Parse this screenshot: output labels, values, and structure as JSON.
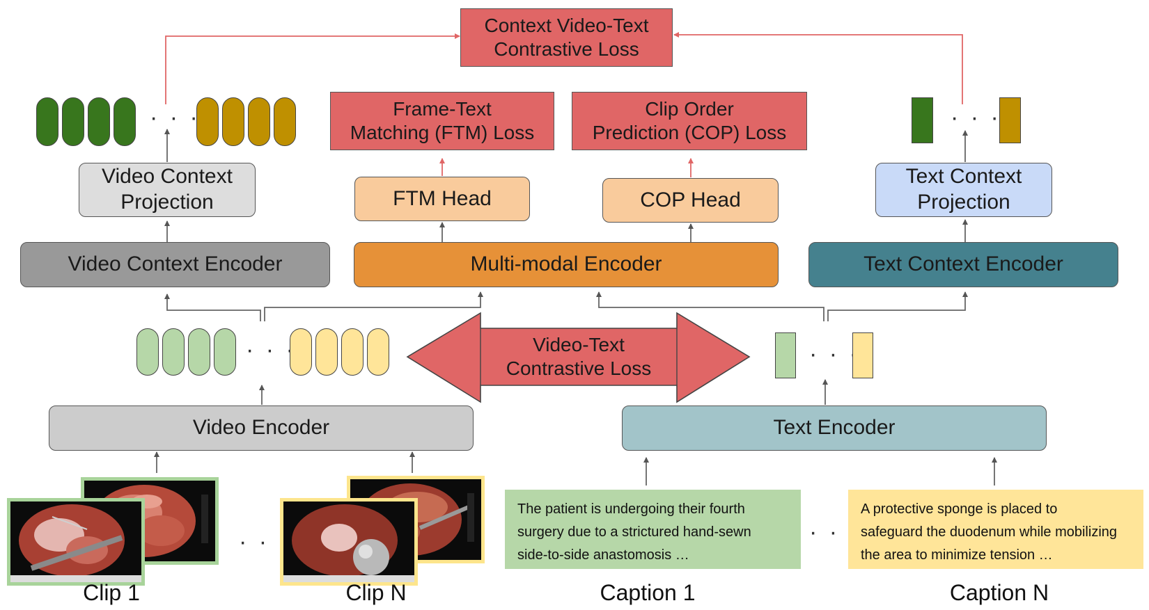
{
  "top_loss": {
    "line1": "Context Video-Text",
    "line2": "Contrastive Loss"
  },
  "ftm_loss": {
    "line1": "Frame-Text",
    "line2": "Matching (FTM) Loss"
  },
  "cop_loss": {
    "line1": "Clip Order",
    "line2": "Prediction (COP) Loss"
  },
  "video_ctx_proj": {
    "line1": "Video Context",
    "line2": "Projection"
  },
  "text_ctx_proj": {
    "line1": "Text Context",
    "line2": "Projection"
  },
  "ftm_head": "FTM Head",
  "cop_head": "COP Head",
  "video_ctx_enc": "Video Context Encoder",
  "mm_enc": "Multi-modal Encoder",
  "text_ctx_enc": "Text Context Encoder",
  "vt_loss": {
    "line1": "Video-Text",
    "line2": "Contrastive Loss"
  },
  "video_enc": "Video Encoder",
  "text_enc": "Text Encoder",
  "ellipsis": "…",
  "dots": "· · ·",
  "caption1": {
    "line1": "The patient is undergoing their fourth",
    "line2": "surgery due to a strictured hand-sewn",
    "line3": "side-to-side anastomosis …"
  },
  "captionN": {
    "line1": "A protective sponge is placed to",
    "line2": "safeguard the duodenum while mobilizing",
    "line3": "the area to minimize tension …"
  },
  "labels": {
    "clip1": "Clip 1",
    "clipN": "Clip N",
    "caption1": "Caption 1",
    "captionN": "Caption N"
  },
  "colors": {
    "loss_red": "#e06666",
    "head_peach": "#f9cb9c",
    "mm_orange": "#e69138",
    "video_ctx_gray": "#999999",
    "text_ctx_teal": "#45818e",
    "proj_gray": "#dddddd",
    "proj_blue": "#c9daf8",
    "video_enc_gray": "#cccccc",
    "text_enc_blue": "#a2c4c9",
    "dark_green": "#38761d",
    "dark_gold": "#bf9000",
    "light_green": "#b6d7a8",
    "light_yellow": "#ffe599"
  }
}
